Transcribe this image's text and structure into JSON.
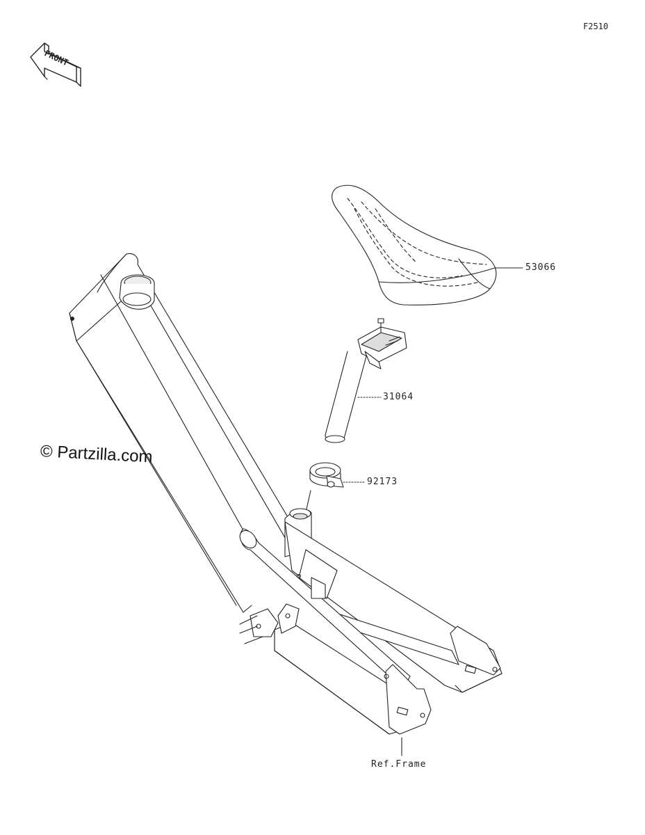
{
  "diagram": {
    "code": "F2510",
    "front_label": "FRONT",
    "watermark": "© Partzilla.com",
    "reference_label": "Ref.Frame",
    "parts": [
      {
        "number": "53066",
        "name": "seat"
      },
      {
        "number": "31064",
        "name": "seat-post"
      },
      {
        "number": "92173",
        "name": "seat-clamp"
      }
    ]
  },
  "colors": {
    "line": "#222222",
    "background": "#ffffff"
  }
}
